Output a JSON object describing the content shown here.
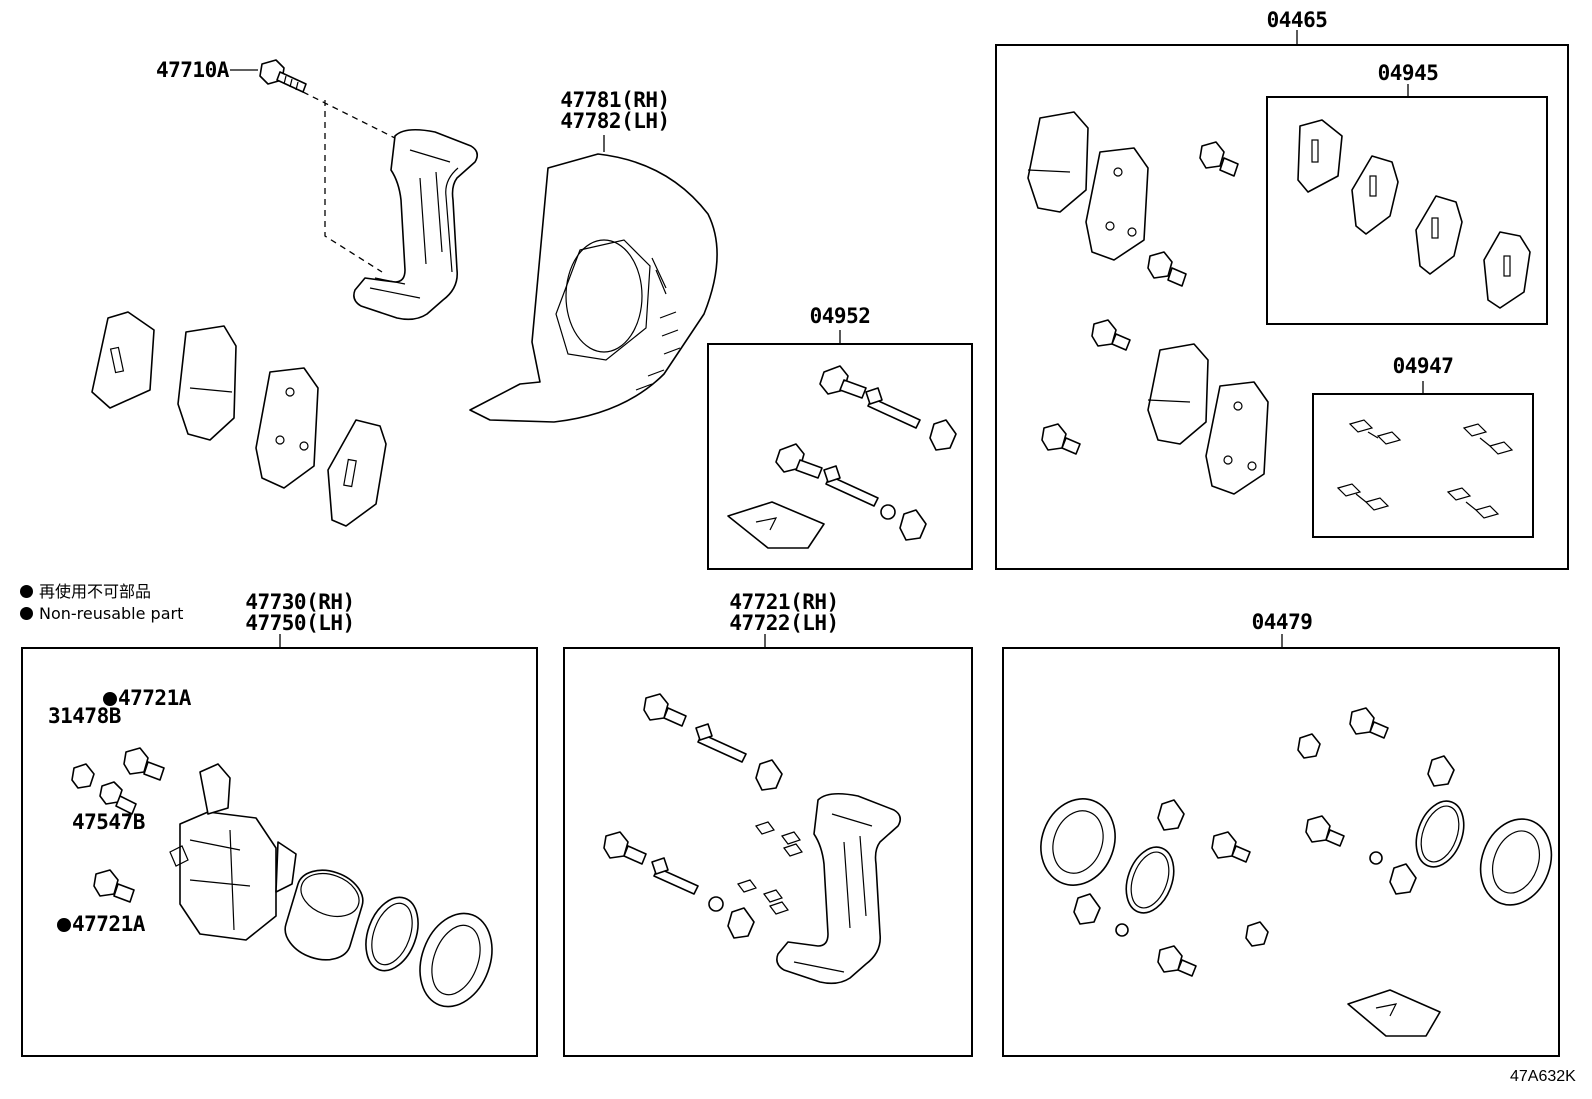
{
  "labels": {
    "bracket_bolt": "47710A",
    "dust_cover_rh": "47781(RH)",
    "dust_cover_lh": "47782(LH)",
    "slide_pin_kit": "04952",
    "pad_kit": "04465",
    "anti_squeal_shim_kit": "04945",
    "pad_support_plate_kit": "04947",
    "caliper_rh": "47730(RH)",
    "caliper_lh": "47750(LH)",
    "mounting_rh": "47721(RH)",
    "mounting_lh": "47722(LH)",
    "cylinder_kit": "04479",
    "bleeder_plug": "31478B",
    "bolt_upper": "47721A",
    "bleeder_cap": "47547B",
    "bolt_lower": "47721A"
  },
  "legend": {
    "jp": "再使用不可部品",
    "en": "Non-reusable part"
  },
  "reference": "47A632K",
  "colors": {
    "line": "#000000",
    "background": "#ffffff"
  }
}
